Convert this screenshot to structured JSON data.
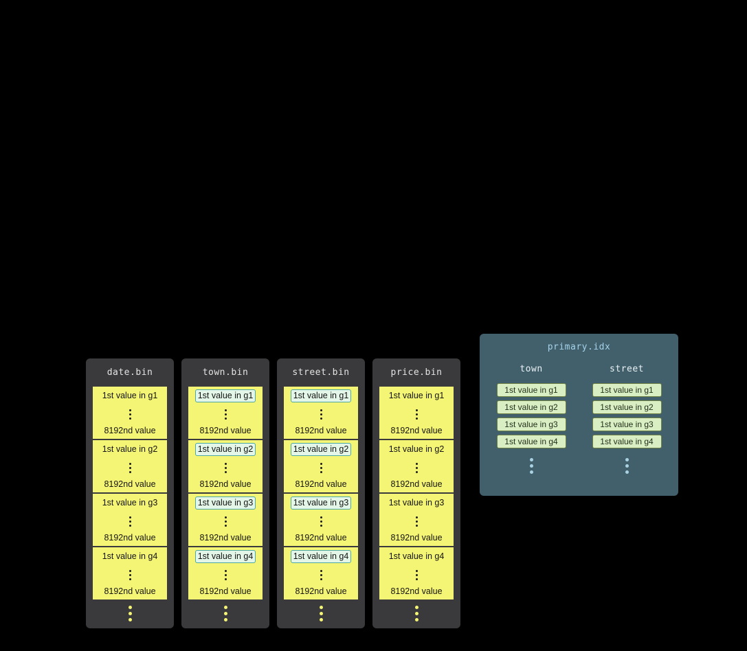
{
  "colors": {
    "background": "#000000",
    "bin_column_bg": "#3a3a3c",
    "bin_title_text": "#e4e4e4",
    "granule_bg": "#f4f475",
    "granule_text": "#141414",
    "highlight_chip_bg": "#e3f6e8",
    "highlight_chip_border": "#4ba8a4",
    "ellipsis_dot": "#f4f475",
    "index_panel_bg": "#42606b",
    "index_title_text": "#a4d2ea",
    "index_header_text": "#e9f1f4",
    "index_chip_bg": "#daeec3",
    "index_chip_border": "#6f8142",
    "index_chip_text": "#21301c",
    "index_dot": "#a9d2e2"
  },
  "bin_files": [
    {
      "title": "date.bin",
      "highlighted": false,
      "granules": [
        {
          "first": "1st value in g1",
          "last": "8192nd value"
        },
        {
          "first": "1st value in g2",
          "last": "8192nd value"
        },
        {
          "first": "1st value in g3",
          "last": "8192nd value"
        },
        {
          "first": "1st value in g4",
          "last": "8192nd value"
        }
      ]
    },
    {
      "title": "town.bin",
      "highlighted": true,
      "granules": [
        {
          "first": "1st value in g1",
          "last": "8192nd value"
        },
        {
          "first": "1st value in g2",
          "last": "8192nd value"
        },
        {
          "first": "1st value in g3",
          "last": "8192nd value"
        },
        {
          "first": "1st value in g4",
          "last": "8192nd value"
        }
      ]
    },
    {
      "title": "street.bin",
      "highlighted": true,
      "granules": [
        {
          "first": "1st value in g1",
          "last": "8192nd value"
        },
        {
          "first": "1st value in g2",
          "last": "8192nd value"
        },
        {
          "first": "1st value in g3",
          "last": "8192nd value"
        },
        {
          "first": "1st value in g4",
          "last": "8192nd value"
        }
      ]
    },
    {
      "title": "price.bin",
      "highlighted": false,
      "granules": [
        {
          "first": "1st value in g1",
          "last": "8192nd value"
        },
        {
          "first": "1st value in g2",
          "last": "8192nd value"
        },
        {
          "first": "1st value in g3",
          "last": "8192nd value"
        },
        {
          "first": "1st value in g4",
          "last": "8192nd value"
        }
      ]
    }
  ],
  "index_panel": {
    "title": "primary.idx",
    "columns": [
      {
        "header": "town",
        "entries": [
          "1st value in g1",
          "1st value in g2",
          "1st value in g3",
          "1st value in g4"
        ]
      },
      {
        "header": "street",
        "entries": [
          "1st value in g1",
          "1st value in g2",
          "1st value in g3",
          "1st value in g4"
        ]
      }
    ]
  }
}
